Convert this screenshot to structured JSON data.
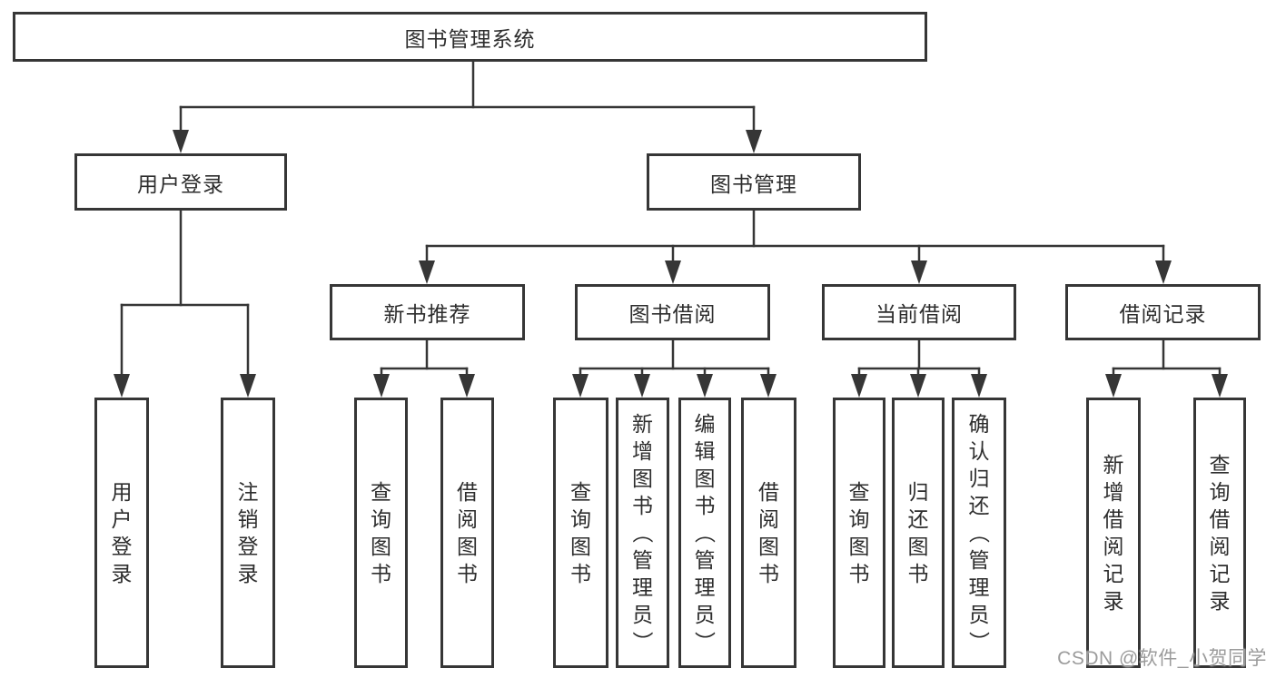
{
  "tree": {
    "label": "图书管理系统",
    "children": [
      {
        "label": "用户登录",
        "children": [
          {
            "label": "用户登录"
          },
          {
            "label": "注销登录"
          }
        ]
      },
      {
        "label": "图书管理",
        "children": [
          {
            "label": "新书推荐",
            "children": [
              {
                "label": "查询图书"
              },
              {
                "label": "借阅图书"
              }
            ]
          },
          {
            "label": "图书借阅",
            "children": [
              {
                "label": "查询图书"
              },
              {
                "label": "新增图书（管理员）"
              },
              {
                "label": "编辑图书（管理员）"
              },
              {
                "label": "借阅图书"
              }
            ]
          },
          {
            "label": "当前借阅",
            "children": [
              {
                "label": "查询图书"
              },
              {
                "label": "归还图书"
              },
              {
                "label": "确认归还（管理员）"
              }
            ]
          },
          {
            "label": "借阅记录",
            "children": [
              {
                "label": "新增借阅记录"
              },
              {
                "label": "查询借阅记录"
              }
            ]
          }
        ]
      }
    ]
  },
  "watermark": "CSDN @软件_小贺同学",
  "colors": {
    "line": "#363636",
    "text": "#2d2d2d",
    "bg": "#ffffff",
    "watermark": "#9b9b9b"
  }
}
